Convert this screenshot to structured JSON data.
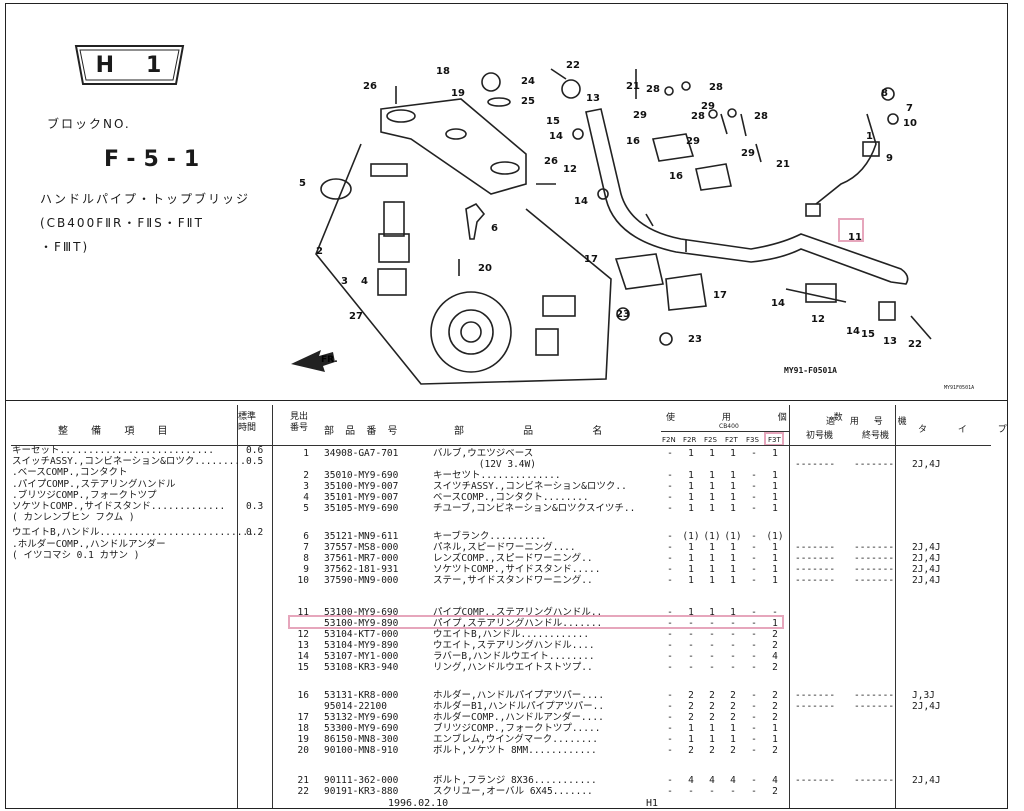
{
  "header": {
    "section_badge": {
      "letter": "H",
      "number": "1"
    },
    "block_label": "ブロックNO.",
    "block_no": "F-5-1",
    "title_line1": "ハンドルパイプ・トップブリッジ",
    "title_line2": "(CB400FⅡR・FⅡS・FⅡT",
    "title_line3": "・FⅢT)"
  },
  "diagram": {
    "figure_code": "MY91-F0501A",
    "figure_code_small": "MY91F0501A",
    "fr_label": "FR.",
    "callouts": [
      "1",
      "2",
      "3",
      "4",
      "5",
      "6",
      "7",
      "8",
      "9",
      "10",
      "11",
      "12",
      "13",
      "14",
      "14",
      "14",
      "15",
      "15",
      "16",
      "16",
      "17",
      "17",
      "18",
      "19",
      "20",
      "21",
      "21",
      "22",
      "22",
      "23",
      "23",
      "24",
      "25",
      "26",
      "26",
      "27",
      "28",
      "28",
      "28",
      "28",
      "29",
      "29",
      "29"
    ]
  },
  "table": {
    "headers": {
      "item": "整 備 項 目",
      "std_time": "標準時間",
      "ref_no": "見出番号",
      "part_no": "部 品 番 号",
      "part_name": "部 品 名",
      "usage": "使 用 個 数",
      "model": "CB400",
      "cols": [
        "F2N",
        "F2R",
        "F2S",
        "F2T",
        "F3S",
        "F3T"
      ],
      "applicable": "適 用 号 機",
      "first_no": "初号機",
      "last_no": "終号機",
      "type": "タ イ プ"
    },
    "work_items": [
      {
        "text": "キーセット...........................",
        "time": "0.6"
      },
      {
        "text": "スイッチASSY.,コンビネーション&ロツク.........",
        "time": "0.5"
      },
      {
        "text": ".ベースCOMP.,コンタクト",
        "time": ""
      },
      {
        "text": ".パイプCOMP.,ステアリングハンドル",
        "time": ""
      },
      {
        "text": ".ブリツジCOMP.,フォークトツプ",
        "time": ""
      },
      {
        "text": "ソケツトCOMP.,サイドスタンド.............",
        "time": "0.3"
      },
      {
        "text": "( カンレンブヒン フクム )",
        "time": ""
      },
      {
        "text": "ウエイトB,ハンドル...........................",
        "time": "0.2"
      },
      {
        "text": ".ホルダーCOMP.,ハンドルアンダー",
        "time": ""
      },
      {
        "text": "( イツコマシ 0.1 カサン )",
        "time": ""
      }
    ],
    "rows": [
      {
        "ref": "1",
        "part_no": "34908-GA7-701",
        "name": "バルブ,ウエツジベース",
        "qty": [
          "-",
          "1",
          "1",
          "1",
          "-",
          "1"
        ],
        "first": "",
        "last": "",
        "type": ""
      },
      {
        "ref": "",
        "part_no": "",
        "name": "        (12V 3.4W)",
        "qty": [
          "",
          "",
          "",
          "",
          "",
          ""
        ],
        "first": "-------",
        "last": "-------",
        "type": "2J,4J"
      },
      {
        "ref": "2",
        "part_no": "35010-MY9-690",
        "name": "キーセツト..............",
        "qty": [
          "-",
          "1",
          "1",
          "1",
          "-",
          "1"
        ],
        "first": "",
        "last": "",
        "type": ""
      },
      {
        "ref": "3",
        "part_no": "35100-MY9-007",
        "name": "スイツチASSY.,コンビネーション&ロツク..",
        "qty": [
          "-",
          "1",
          "1",
          "1",
          "-",
          "1"
        ],
        "first": "",
        "last": "",
        "type": ""
      },
      {
        "ref": "4",
        "part_no": "35101-MY9-007",
        "name": "ベースCOMP.,コンタクト........",
        "qty": [
          "-",
          "1",
          "1",
          "1",
          "-",
          "1"
        ],
        "first": "",
        "last": "",
        "type": ""
      },
      {
        "ref": "5",
        "part_no": "35105-MY9-690",
        "name": "チユーブ,コンビネーション&ロツクスイツチ..",
        "qty": [
          "-",
          "1",
          "1",
          "1",
          "-",
          "1"
        ],
        "first": "",
        "last": "",
        "type": ""
      },
      {
        "ref": "6",
        "part_no": "35121-MN9-611",
        "name": "キーブランク..........",
        "qty": [
          "-",
          "(1)",
          "(1)",
          "(1)",
          "-",
          "(1)"
        ],
        "first": "",
        "last": "",
        "type": ""
      },
      {
        "ref": "7",
        "part_no": "37557-MS8-000",
        "name": "パネル,スピードワーニング....",
        "qty": [
          "-",
          "1",
          "1",
          "1",
          "-",
          "1"
        ],
        "first": "-------",
        "last": "-------",
        "type": "2J,4J"
      },
      {
        "ref": "8",
        "part_no": "37561-MR7-000",
        "name": "レンズCOMP.,スピードワーニング..",
        "qty": [
          "-",
          "1",
          "1",
          "1",
          "-",
          "1"
        ],
        "first": "-------",
        "last": "-------",
        "type": "2J,4J"
      },
      {
        "ref": "9",
        "part_no": "37562-181-931",
        "name": "ソケツトCOMP.,サイドスタンド.....",
        "qty": [
          "-",
          "1",
          "1",
          "1",
          "-",
          "1"
        ],
        "first": "-------",
        "last": "-------",
        "type": "2J,4J"
      },
      {
        "ref": "10",
        "part_no": "37590-MN9-000",
        "name": "ステー,サイドスタンドワーニング..",
        "qty": [
          "-",
          "1",
          "1",
          "1",
          "-",
          "1"
        ],
        "first": "-------",
        "last": "-------",
        "type": "2J,4J"
      },
      {
        "ref": "11",
        "part_no": "53100-MY9-690",
        "name": "パイプCOMP.,ステアリングハンドル..",
        "qty": [
          "-",
          "1",
          "1",
          "1",
          "-",
          "-"
        ],
        "first": "",
        "last": "",
        "type": ""
      },
      {
        "ref": "",
        "part_no": "53100-MY9-890",
        "name": "パイプ,ステアリングハンドル.......",
        "qty": [
          "-",
          "-",
          "-",
          "-",
          "-",
          "1"
        ],
        "first": "",
        "last": "",
        "type": ""
      },
      {
        "ref": "12",
        "part_no": "53104-KT7-000",
        "name": "ウエイトB,ハンドル............",
        "qty": [
          "-",
          "-",
          "-",
          "-",
          "-",
          "2"
        ],
        "first": "",
        "last": "",
        "type": ""
      },
      {
        "ref": "13",
        "part_no": "53104-MY9-890",
        "name": "ウエイト,ステアリングハンドル....",
        "qty": [
          "-",
          "-",
          "-",
          "-",
          "-",
          "2"
        ],
        "first": "",
        "last": "",
        "type": ""
      },
      {
        "ref": "14",
        "part_no": "53107-MY1-000",
        "name": "ラバーB,ハンドルウエイト........",
        "qty": [
          "-",
          "-",
          "-",
          "-",
          "-",
          "4"
        ],
        "first": "",
        "last": "",
        "type": ""
      },
      {
        "ref": "15",
        "part_no": "53108-KR3-940",
        "name": "リング,ハンドルウエイトストツプ..",
        "qty": [
          "-",
          "-",
          "-",
          "-",
          "-",
          "2"
        ],
        "first": "",
        "last": "",
        "type": ""
      },
      {
        "ref": "16",
        "part_no": "53131-KR8-000",
        "name": "ホルダー,ハンドルパイプアツパー....",
        "qty": [
          "-",
          "2",
          "2",
          "2",
          "-",
          "2"
        ],
        "first": "-------",
        "last": "-------",
        "type": "J,3J"
      },
      {
        "ref": "",
        "part_no": "95014-22100",
        "name": "ホルダーB1,ハンドルパイプアツパー..",
        "qty": [
          "-",
          "2",
          "2",
          "2",
          "-",
          "2"
        ],
        "first": "-------",
        "last": "-------",
        "type": "2J,4J"
      },
      {
        "ref": "17",
        "part_no": "53132-MY9-690",
        "name": "ホルダーCOMP.,ハンドルアンダー....",
        "qty": [
          "-",
          "2",
          "2",
          "2",
          "-",
          "2"
        ],
        "first": "",
        "last": "",
        "type": ""
      },
      {
        "ref": "18",
        "part_no": "53300-MY9-690",
        "name": "ブリツジCOMP.,フォークトツプ.....",
        "qty": [
          "-",
          "1",
          "1",
          "1",
          "-",
          "1"
        ],
        "first": "",
        "last": "",
        "type": ""
      },
      {
        "ref": "19",
        "part_no": "86150-MN8-300",
        "name": "エンブレム,ウイングマーク........",
        "qty": [
          "-",
          "1",
          "1",
          "1",
          "-",
          "1"
        ],
        "first": "",
        "last": "",
        "type": ""
      },
      {
        "ref": "20",
        "part_no": "90100-MN8-910",
        "name": "ボルト,ソケツト 8MM............",
        "qty": [
          "-",
          "2",
          "2",
          "2",
          "-",
          "2"
        ],
        "first": "",
        "last": "",
        "type": ""
      },
      {
        "ref": "21",
        "part_no": "90111-362-000",
        "name": "ボルト,フランジ 8X36...........",
        "qty": [
          "-",
          "4",
          "4",
          "4",
          "-",
          "4"
        ],
        "first": "-------",
        "last": "-------",
        "type": "2J,4J"
      },
      {
        "ref": "22",
        "part_no": "90191-KR3-880",
        "name": "スクリユー,オーバル 6X45.......",
        "qty": [
          "-",
          "-",
          "-",
          "-",
          "-",
          "2"
        ],
        "first": "",
        "last": "",
        "type": ""
      }
    ]
  },
  "footer": {
    "date": "1996.02.10",
    "page": "H1"
  },
  "colors": {
    "highlight": "#e6a6bc",
    "ink": "#1a1a1a"
  }
}
